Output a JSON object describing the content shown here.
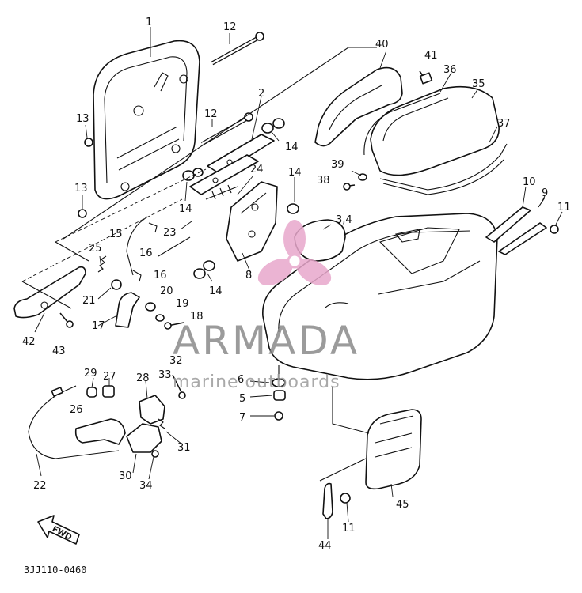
{
  "diagram": {
    "callouts": [
      {
        "id": "c1",
        "text": "1"
      },
      {
        "id": "c12a",
        "text": "12"
      },
      {
        "id": "c12b",
        "text": "12"
      },
      {
        "id": "c2",
        "text": "2"
      },
      {
        "id": "c13a",
        "text": "13"
      },
      {
        "id": "c13b",
        "text": "13"
      },
      {
        "id": "c14a",
        "text": "14"
      },
      {
        "id": "c14b",
        "text": "14"
      },
      {
        "id": "c14c",
        "text": "14"
      },
      {
        "id": "c14d",
        "text": "14"
      },
      {
        "id": "c24",
        "text": "24"
      },
      {
        "id": "c23",
        "text": "23"
      },
      {
        "id": "c15",
        "text": "15"
      },
      {
        "id": "c16a",
        "text": "16"
      },
      {
        "id": "c16b",
        "text": "16"
      },
      {
        "id": "c25",
        "text": "25"
      },
      {
        "id": "c8",
        "text": "8"
      },
      {
        "id": "c21",
        "text": "21"
      },
      {
        "id": "c20",
        "text": "20"
      },
      {
        "id": "c19",
        "text": "19"
      },
      {
        "id": "c18",
        "text": "18"
      },
      {
        "id": "c17",
        "text": "17"
      },
      {
        "id": "c42",
        "text": "42"
      },
      {
        "id": "c43",
        "text": "43"
      },
      {
        "id": "c40",
        "text": "40"
      },
      {
        "id": "c41",
        "text": "41"
      },
      {
        "id": "c36",
        "text": "36"
      },
      {
        "id": "c35",
        "text": "35"
      },
      {
        "id": "c37",
        "text": "37"
      },
      {
        "id": "c39",
        "text": "39"
      },
      {
        "id": "c38",
        "text": "38"
      },
      {
        "id": "c34a",
        "text": "3,4"
      },
      {
        "id": "c10",
        "text": "10"
      },
      {
        "id": "c9",
        "text": "9"
      },
      {
        "id": "c11a",
        "text": "11"
      },
      {
        "id": "c32",
        "text": "32"
      },
      {
        "id": "c33",
        "text": "33"
      },
      {
        "id": "c29",
        "text": "29"
      },
      {
        "id": "c27",
        "text": "27"
      },
      {
        "id": "c28",
        "text": "28"
      },
      {
        "id": "c26",
        "text": "26"
      },
      {
        "id": "c6",
        "text": "6"
      },
      {
        "id": "c5",
        "text": "5"
      },
      {
        "id": "c7",
        "text": "7"
      },
      {
        "id": "c31",
        "text": "31"
      },
      {
        "id": "c30",
        "text": "30"
      },
      {
        "id": "c34b",
        "text": "34"
      },
      {
        "id": "c22",
        "text": "22"
      },
      {
        "id": "c45",
        "text": "45"
      },
      {
        "id": "c11b",
        "text": "11"
      },
      {
        "id": "c44",
        "text": "44"
      }
    ],
    "forward_marker": "FWD",
    "drawing_code": "3JJ110-0460"
  },
  "watermark": {
    "title": "ARMADA",
    "subtitle": "marine outboards",
    "logo_color": "#e8a8cc"
  }
}
